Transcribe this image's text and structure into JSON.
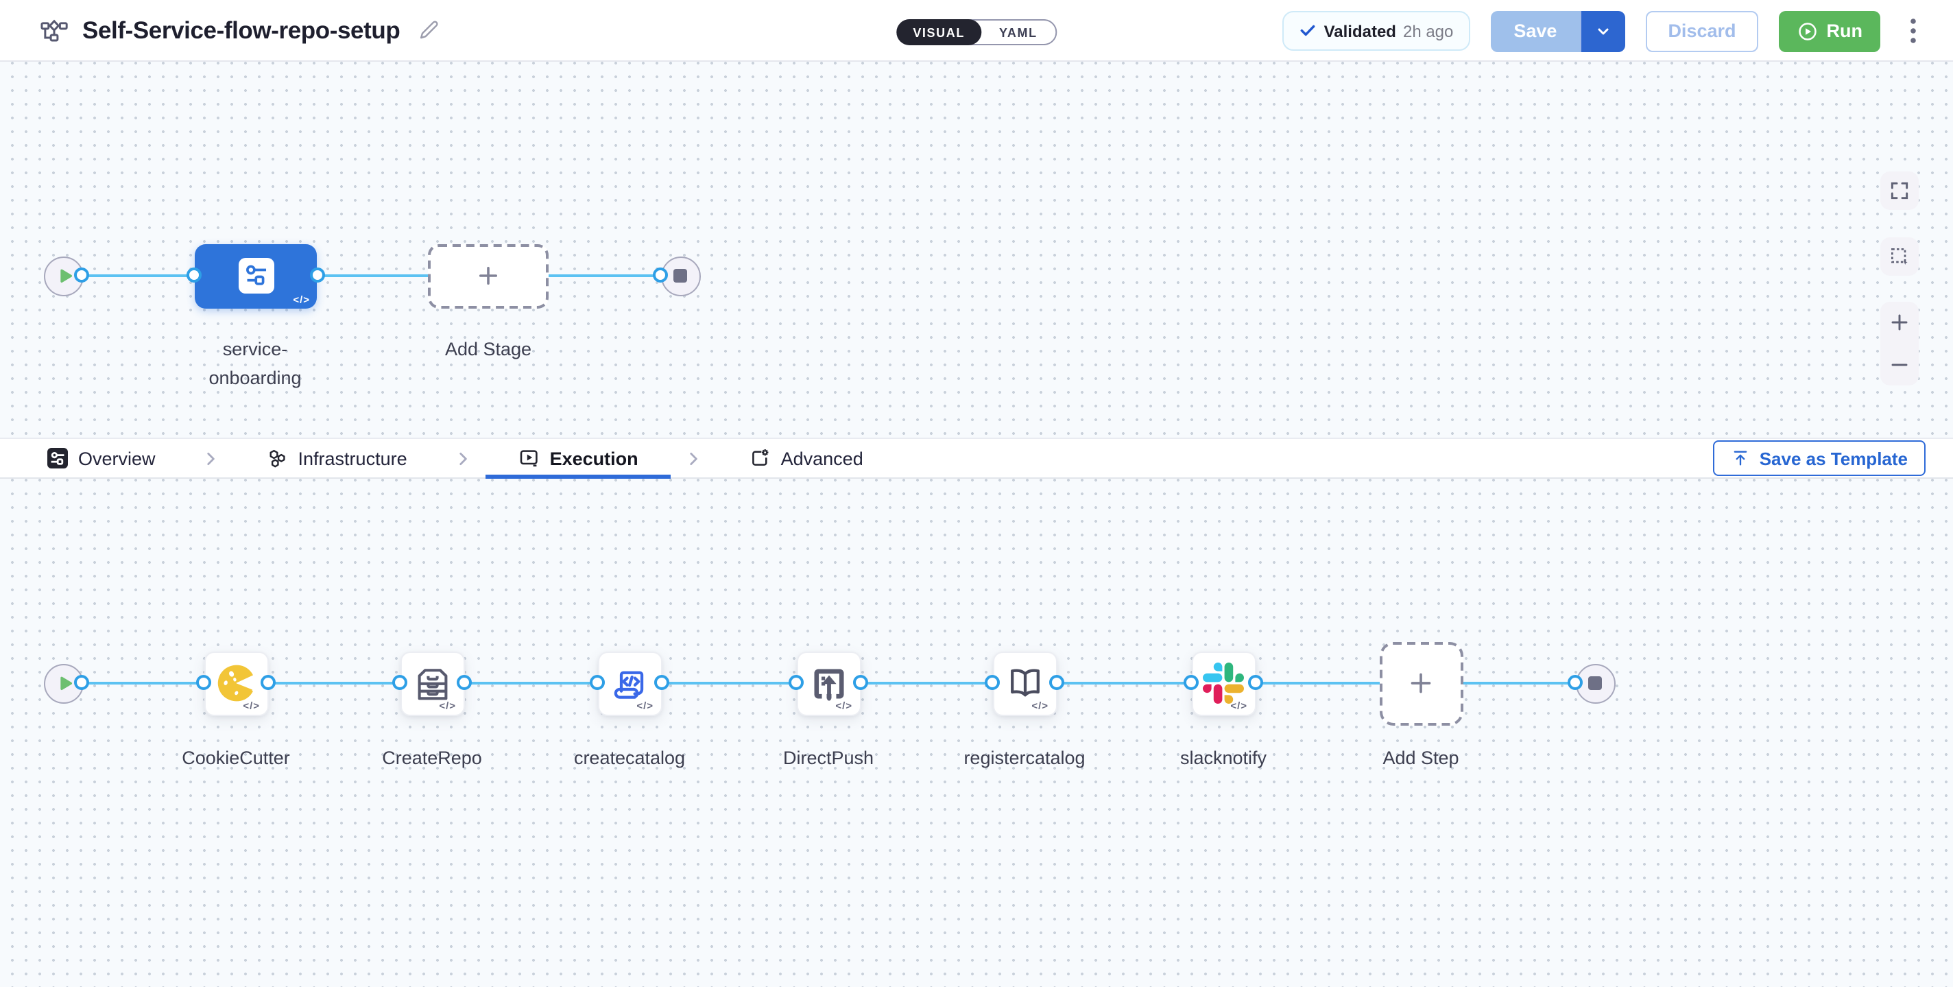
{
  "header": {
    "pipeline_icon": "pipeline-flow-icon",
    "title": "Self-Service-flow-repo-setup",
    "edit_icon": "pencil-icon",
    "mode_toggle": {
      "visual_label": "VISUAL",
      "yaml_label": "YAML",
      "selected": "VISUAL"
    },
    "validated_badge": {
      "check_icon": "check-icon",
      "label": "Validated",
      "time": "2h ago"
    },
    "save_button": {
      "label": "Save",
      "enabled": false
    },
    "discard_button": {
      "label": "Discard",
      "enabled": false
    },
    "run_button": {
      "label": "Run"
    },
    "more_menu_icon": "kebab-menu-icon"
  },
  "stage_canvas": {
    "start_node_icon": "play-triangle-icon",
    "end_node_icon": "stop-square-icon",
    "stage": {
      "label": "service-onboarding",
      "icon": "custom-stage-icon",
      "selected": true,
      "code_badge": "</>"
    },
    "add_stage_label": "Add Stage",
    "controls": [
      "fit-view",
      "selection-box",
      "zoom-in",
      "zoom-out"
    ]
  },
  "tab_bar": {
    "tabs": [
      {
        "label": "Overview",
        "icon": "overview-stage-icon",
        "active": false
      },
      {
        "label": "Infrastructure",
        "icon": "infrastructure-hexagons-icon",
        "active": false
      },
      {
        "label": "Execution",
        "icon": "execution-play-icon",
        "active": true
      },
      {
        "label": "Advanced",
        "icon": "advanced-gear-icon",
        "active": false
      }
    ],
    "save_as_template": {
      "label": "Save as Template",
      "icon": "upload-icon"
    }
  },
  "execution_canvas": {
    "steps": [
      {
        "label": "CookieCutter",
        "icon": "cookiecutter-icon",
        "code_badge": "</>"
      },
      {
        "label": "CreateRepo",
        "icon": "createrepo-drawers-icon",
        "code_badge": "</>"
      },
      {
        "label": "createcatalog",
        "icon": "createcatalog-script-icon",
        "code_badge": "</>"
      },
      {
        "label": "DirectPush",
        "icon": "directpush-upload-icon",
        "code_badge": "</>"
      },
      {
        "label": "registercatalog",
        "icon": "registercatalog-book-icon",
        "code_badge": "</>"
      },
      {
        "label": "slacknotify",
        "icon": "slack-icon",
        "code_badge": "</>"
      }
    ],
    "add_step_label": "Add Step"
  },
  "colors": {
    "accent_blue": "#2e74da",
    "edge_blue": "#5cc2f2",
    "port_blue": "#2e9fe6",
    "run_green": "#5bb75c",
    "save_disabled_blue": "#9fc0eb",
    "save_caret_blue": "#2d66d0",
    "discard_text_blue": "#a2bdeb",
    "tab_underline_blue": "#2f6bd8",
    "cookie_yellow": "#f2c537",
    "icon_slate": "#5a5c70",
    "slack_palette": [
      "#36C5F0",
      "#2EB67D",
      "#ECB22E",
      "#E01E5A"
    ]
  }
}
